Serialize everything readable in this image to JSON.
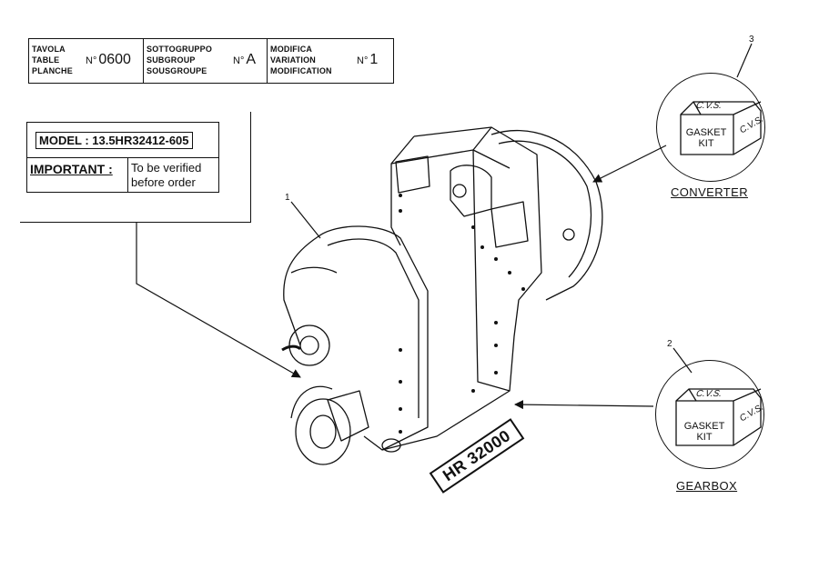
{
  "header": {
    "tavola_labels": [
      "TAVOLA",
      "TABLE",
      "PLANCHE"
    ],
    "tavola_value_prefix": "N°",
    "tavola_value": "0600",
    "subgroup_labels": [
      "SOTTOGRUPPO",
      "SUBGROUP",
      "SOUSGROUPE"
    ],
    "subgroup_value_prefix": "N°",
    "subgroup_value": "A",
    "modification_labels": [
      "MODIFICA",
      "VARIATION",
      "MODIFICATION"
    ],
    "modification_value_prefix": "N°",
    "modification_value": "1"
  },
  "model_box": {
    "model": "MODEL : 13.5HR32412-605",
    "important_label": "IMPORTANT :",
    "important_note": "To be verified before order"
  },
  "transmission": {
    "callout_number": "1",
    "badge": "HR 32000"
  },
  "kits": [
    {
      "callout_number": "3",
      "brand": "C.V.S.",
      "line1": "GASKET",
      "line2": "KIT",
      "label": "CONVERTER"
    },
    {
      "callout_number": "2",
      "brand": "C.V.S.",
      "line1": "GASKET",
      "line2": "KIT",
      "label": "GEARBOX"
    }
  ]
}
